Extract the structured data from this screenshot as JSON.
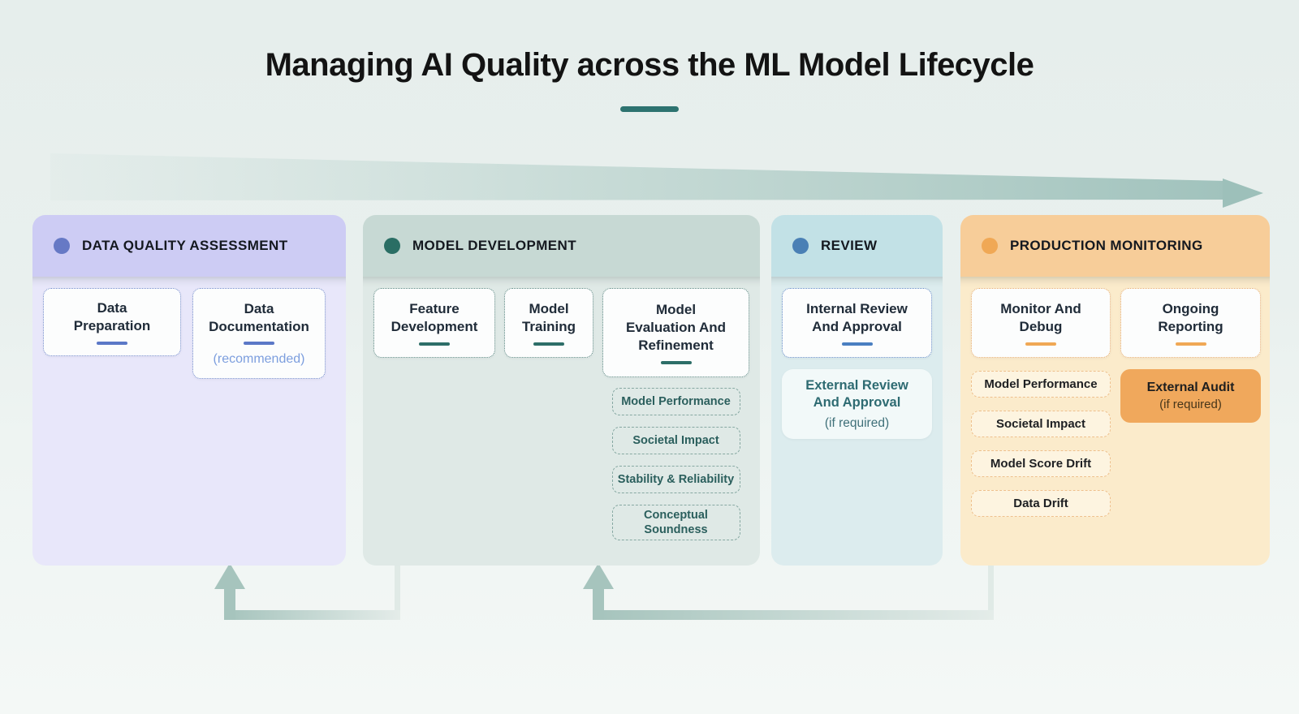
{
  "title": "Managing AI Quality across the ML Model Lifecycle",
  "palette": {
    "title_dash": "#2d7370",
    "lifecycle_arrow": "#9dc0ba",
    "feedback_arrow": "#a6c4bd",
    "background_top": "#e6eeec",
    "background_bottom": "#f4f8f6"
  },
  "columns": [
    {
      "label": "DATA QUALITY ASSESSMENT",
      "dot_color": "#6679c5",
      "header_bg": "#cdccf4",
      "body_bg": "#e8e7fa",
      "accent": "#5b78c7",
      "cards": [
        {
          "title": "Data Preparation"
        },
        {
          "title": "Data Documentation",
          "note": "(recommended)"
        }
      ]
    },
    {
      "label": "MODEL DEVELOPMENT",
      "dot_color": "#2a6e64",
      "header_bg": "#c7d9d4",
      "body_bg": "#dfe9e6",
      "accent": "#2d6e68",
      "cards": [
        {
          "title": "Feature Development"
        },
        {
          "title": "Model Training"
        },
        {
          "title": "Model Evaluation And Refinement"
        }
      ],
      "chips": [
        "Model Performance",
        "Societal Impact",
        "Stability & Reliability",
        "Conceptual Soundness"
      ]
    },
    {
      "label": "REVIEW",
      "dot_color": "#4a80b5",
      "header_bg": "#c2e1e6",
      "body_bg": "#dcecee",
      "accent": "#4a7fc1",
      "cards": [
        {
          "title": "Internal Review And Approval"
        },
        {
          "title": "External Review And Approval",
          "note": "(if required)"
        }
      ]
    },
    {
      "label": "PRODUCTION MONITORING",
      "dot_color": "#f0a855",
      "header_bg": "#f7cd99",
      "body_bg": "#fbebcb",
      "accent": "#f0a855",
      "cards": [
        {
          "title": "Monitor And Debug"
        },
        {
          "title": "Ongoing Reporting"
        }
      ],
      "chips": [
        "Model Performance",
        "Societal Impact",
        "Model Score Drift",
        "Data Drift"
      ],
      "highlight_card": {
        "title": "External Audit",
        "note": "(if required)"
      }
    }
  ]
}
